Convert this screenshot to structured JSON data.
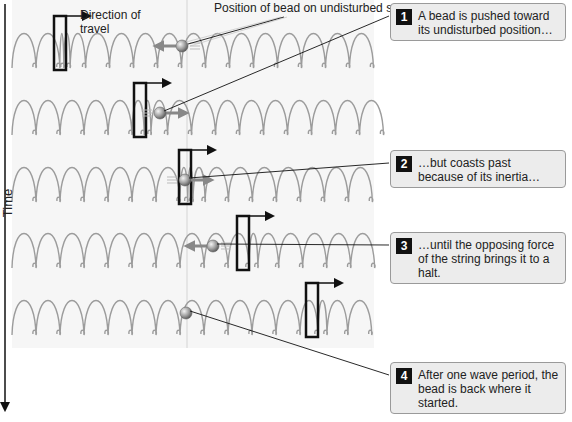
{
  "diagram": {
    "nodes": [
      {
        "text": [
          "1",
          "A bead is pushed toward its undisturbed position…"
        ]
      },
      {
        "text": [
          "2",
          "…but coasts past because of its inertia…"
        ]
      },
      {
        "text": [
          "3",
          "…until the opposing force of the string brings it to a halt."
        ]
      },
      {
        "text": [
          "4",
          "After one wave period, the bead is back where it started."
        ]
      }
    ],
    "labels": [
      "Position of bead on undisturbed spring",
      "Direction of travel",
      "Time"
    ]
  }
}
